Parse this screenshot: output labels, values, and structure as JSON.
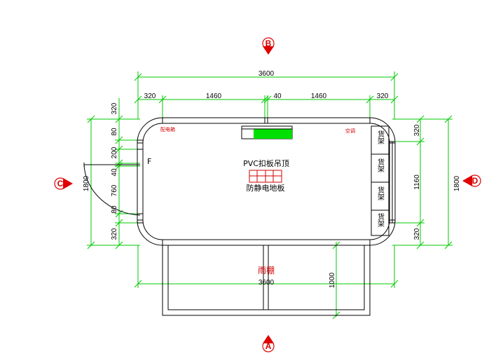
{
  "colors": {
    "dimension": "#00c800",
    "wall": "#000000",
    "axis_marker": "#e00000",
    "panel_fill": "#00e000",
    "canopy_text": "#d20000"
  },
  "axes": {
    "top": "B",
    "bottom": "A",
    "left": "C",
    "right": "D"
  },
  "dimensions_top": {
    "overall": "3600",
    "segments": [
      "320",
      "1460",
      "40",
      "1460",
      "320"
    ]
  },
  "dimensions_bottom": {
    "overall": "3600",
    "canopy_depth": "1000"
  },
  "dimensions_left": {
    "overall": "1800",
    "top_outer": "320",
    "segments": [
      "80",
      "200",
      "40",
      "760",
      "80"
    ],
    "bottom_outer": "320"
  },
  "dimensions_right": {
    "overall": "1800",
    "segments": [
      "320",
      "1160",
      "320"
    ]
  },
  "room": {
    "ceiling": "PVC扣板吊顶",
    "floor": "防静电地板",
    "door_label": "F",
    "left_tag": "配电箱",
    "right_tag": "空调"
  },
  "shelves": [
    "货架",
    "货架",
    "货架",
    "货架"
  ],
  "canopy": {
    "label": "雨棚"
  }
}
